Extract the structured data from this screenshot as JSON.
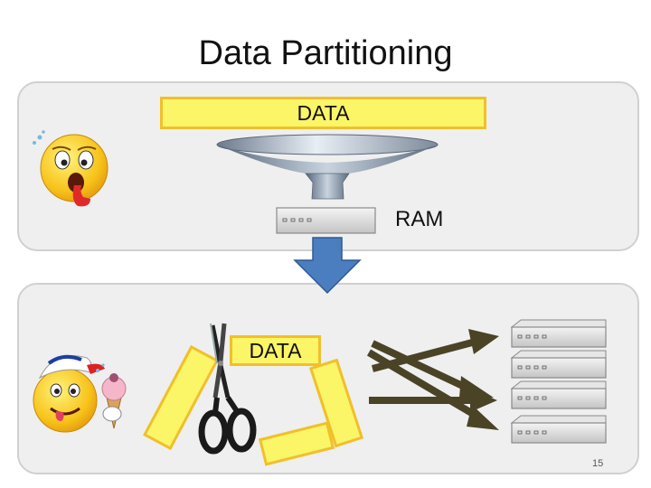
{
  "slide": {
    "title": "Data Partitioning",
    "page_number": "15"
  },
  "top_panel": {
    "data_label": "DATA",
    "ram_label": "RAM"
  },
  "bottom_panel": {
    "data_label": "DATA"
  },
  "colors": {
    "panel_bg": "#efefef",
    "data_fill": "#fbf568",
    "data_border": "#f0c02a",
    "arrow_down": "#4a7ebf",
    "crossing_arrows": "#4b4326",
    "ram_module": "#d9d9d9"
  },
  "icons": [
    "overwhelmed-face-icon",
    "happy-face-icecream-icon",
    "funnel-icon",
    "scissors-icon",
    "down-arrow-icon",
    "ram-module-icon"
  ]
}
